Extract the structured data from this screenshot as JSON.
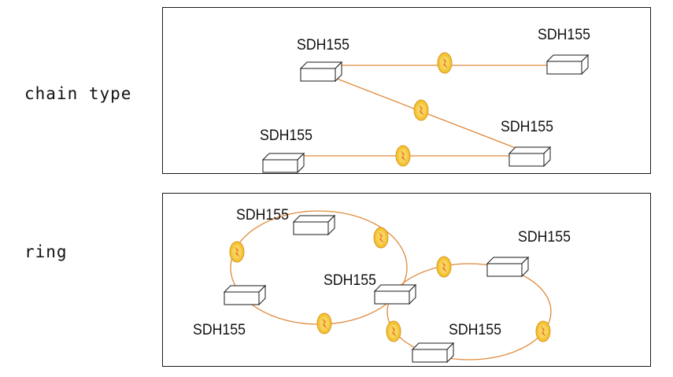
{
  "sections": [
    {
      "label": "chain type"
    },
    {
      "label": "ring"
    }
  ],
  "nodes": {
    "chain": [
      "SDH155",
      "SDH155",
      "SDH155",
      "SDH155"
    ],
    "ring": [
      "SDH155",
      "SDH155",
      "SDH155",
      "SDH155",
      "SDH155"
    ]
  },
  "colors": {
    "link": "#e08a3c",
    "ring_outline": "#e08a3c",
    "repeater_fill": "#f4c430",
    "repeater_glyph": "#e8632a",
    "node_fill": "#ffffff",
    "node_stroke": "#1a1a1a"
  },
  "icons": {
    "node": "network-device-icon",
    "repeater": "optical-repeater-icon"
  }
}
